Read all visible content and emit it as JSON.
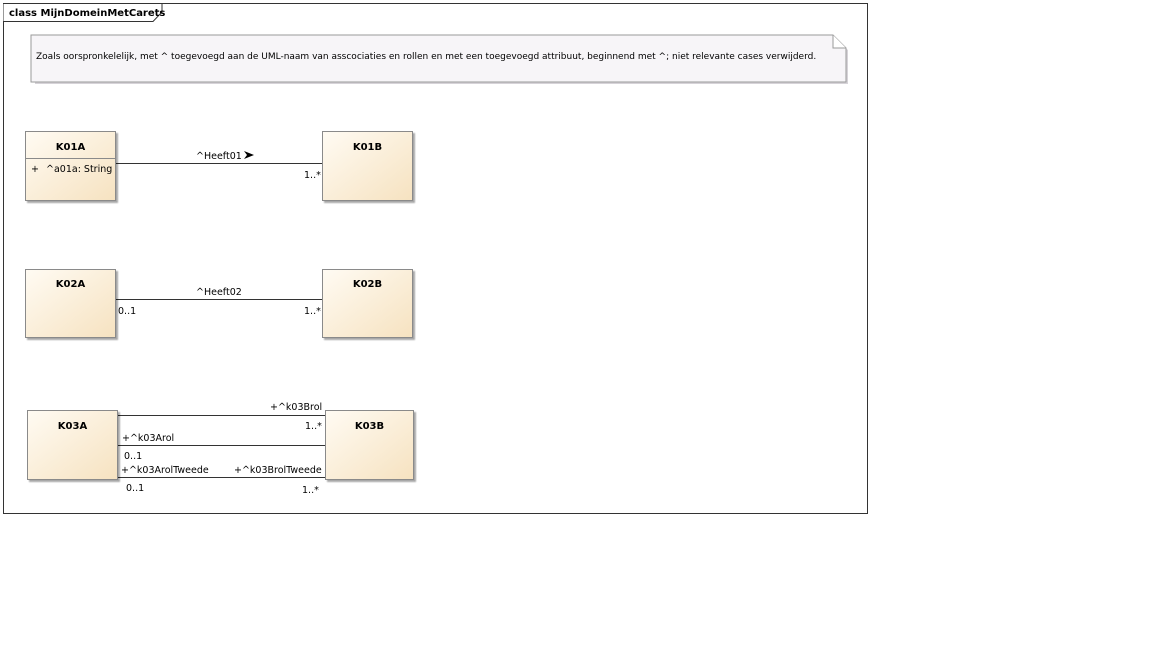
{
  "frame": {
    "title": "class MijnDomeinMetCarets"
  },
  "note": {
    "text": "Zoals oorspronkelelijk, met ^ toegevoegd aan de UML-naam van asscociaties en rollen en met een toegevoegd attribuut, beginnend met ^; niet relevante cases verwijderd."
  },
  "classes": {
    "k01a": {
      "name": "K01A",
      "attr_visibility": "+",
      "attr": "^a01a: String"
    },
    "k01b": {
      "name": "K01B"
    },
    "k02a": {
      "name": "K02A"
    },
    "k02b": {
      "name": "K02B"
    },
    "k03a": {
      "name": "K03A"
    },
    "k03b": {
      "name": "K03B"
    }
  },
  "associations": {
    "a1": {
      "name": "^Heeft01",
      "target_mult": "1..*"
    },
    "a2": {
      "name": "^Heeft02",
      "source_mult": "0..1",
      "target_mult": "1..*"
    },
    "a3": {
      "target_role": "+^k03Brol",
      "target_mult": "1..*"
    },
    "a4": {
      "source_role": "+^k03Arol",
      "source_mult": "0..1"
    },
    "a5": {
      "source_role": "+^k03ArolTweede",
      "target_role": "+^k03BrolTweede",
      "source_mult": "0..1",
      "target_mult": "1..*"
    }
  },
  "colors": {
    "class_fill_top": "#fffbf3",
    "class_fill_bottom": "#f6e2c0",
    "class_border": "#8a8a8a",
    "note_fill": "#f7f5f8",
    "line": "#333333"
  }
}
